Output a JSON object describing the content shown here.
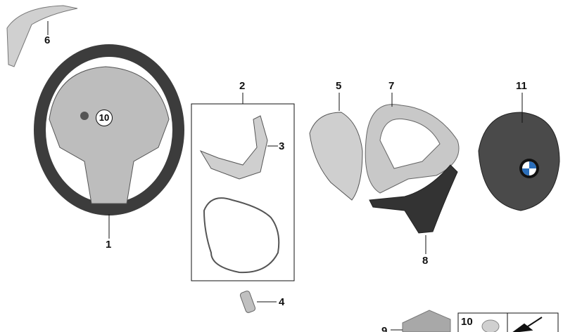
{
  "callouts": {
    "p1": "1",
    "p2": "2",
    "p3": "3",
    "p4": "4",
    "p5": "5",
    "p6": "6",
    "p7": "7",
    "p8": "8",
    "p9": "9",
    "p10": "10",
    "p10_box": "10",
    "p11": "11"
  },
  "parts": [
    {
      "id": "1",
      "icon": "steering-wheel"
    },
    {
      "id": "2",
      "icon": "wiring-set-box"
    },
    {
      "id": "3",
      "icon": "bracket"
    },
    {
      "id": "4",
      "icon": "connector"
    },
    {
      "id": "5",
      "icon": "switch-carrier"
    },
    {
      "id": "6",
      "icon": "trim-cover"
    },
    {
      "id": "7",
      "icon": "trim-frame"
    },
    {
      "id": "8",
      "icon": "lower-trim"
    },
    {
      "id": "9",
      "icon": "box"
    },
    {
      "id": "10",
      "icon": "screw"
    },
    {
      "id": "11",
      "icon": "airbag-module"
    }
  ],
  "colors": {
    "line": "#111111",
    "part_dark": "#3a3a3a",
    "part_light": "#c8c8c8",
    "bmw_blue": "#2a6ebb"
  }
}
